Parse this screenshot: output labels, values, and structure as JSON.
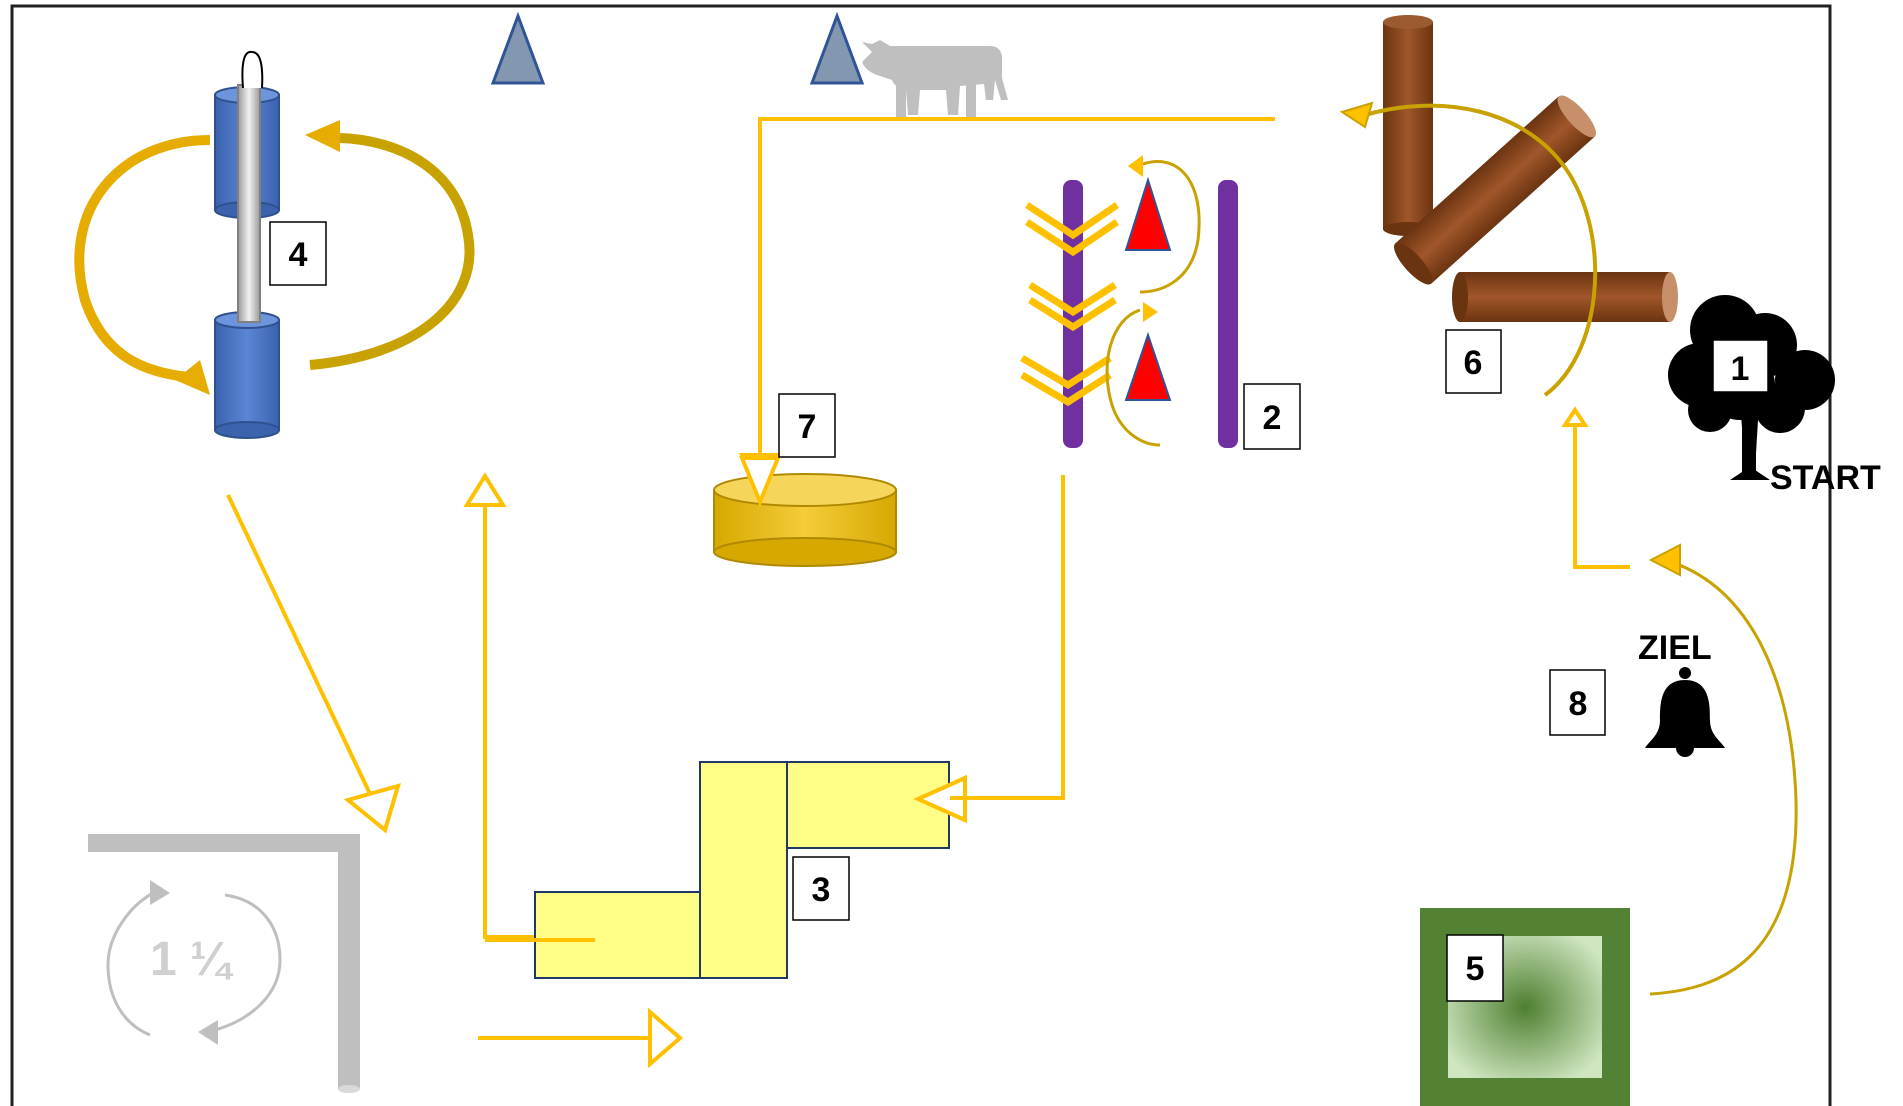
{
  "stations": [
    {
      "number": "1"
    },
    {
      "number": "2"
    },
    {
      "number": "3"
    },
    {
      "number": "4"
    },
    {
      "number": "5"
    },
    {
      "number": "6"
    },
    {
      "number": "7"
    },
    {
      "number": "8"
    }
  ],
  "labels": {
    "start": "START",
    "finish": "ZIEL",
    "rotation": "1 ¼"
  },
  "colors": {
    "path_yellow": "#FFC000",
    "arc_gold": "#C8A200",
    "log_brown": "#8B4513",
    "pole_purple": "#7030A0",
    "cone_red": "#FF0000",
    "cone_grey": "#8497B0",
    "block_yellow": "#FFFF88",
    "mat_green": "#548235",
    "barrel_blue": "#4472C4",
    "rail_grey": "#BFBFBF"
  },
  "icons": [
    "tree-icon",
    "bell-icon",
    "cow-icon"
  ]
}
